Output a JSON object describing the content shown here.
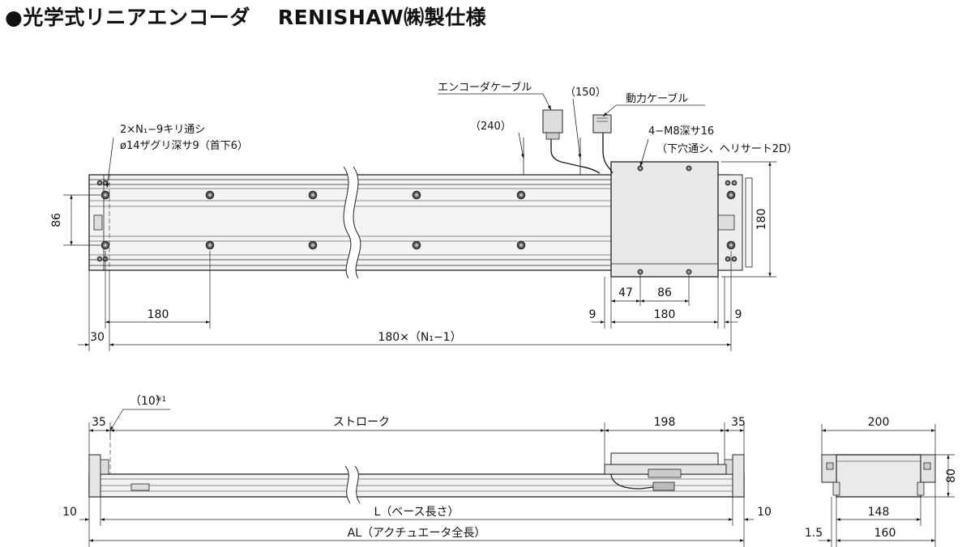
{
  "title": {
    "main": "●光学式リニアエンコーダ",
    "model": "RENISHAW㈱製仕様"
  },
  "top_view": {
    "hole_label_1": "2×N₁−9キリ通シ",
    "hole_label_2": "ø14ザグリ深サ9（首下6）",
    "encoder_cable": "エンコーダケーブル",
    "power_cable": "動力ケーブル",
    "dim_240": "（240）",
    "dim_150": "（150）",
    "slider_holes_1": "4−M8深サ16",
    "slider_holes_2": "（下穴通シ、ヘリサート2D）",
    "dim_86_left": "86",
    "dim_180_right": "180",
    "dim_180_pitch": "180",
    "dim_47": "47",
    "dim_86_slider": "86",
    "dim_9_left": "9",
    "dim_180_slider": "180",
    "dim_9_right": "9",
    "dim_30": "30",
    "dim_pitch_total": "180×（N₁−1）"
  },
  "side_view": {
    "dim_10_note": "（10）",
    "note_mark": "※1",
    "dim_35_left": "35",
    "stroke": "ストローク",
    "dim_198": "198",
    "dim_35_right": "35",
    "dim_10_left": "10",
    "base_length": "L（ベース長さ）",
    "dim_10_right": "10",
    "actuator_length": "AL（アクチュエータ全長）"
  },
  "end_view": {
    "dim_200": "200",
    "dim_80": "80",
    "dim_148": "148",
    "dim_1_5": "1.5",
    "dim_160": "160"
  }
}
